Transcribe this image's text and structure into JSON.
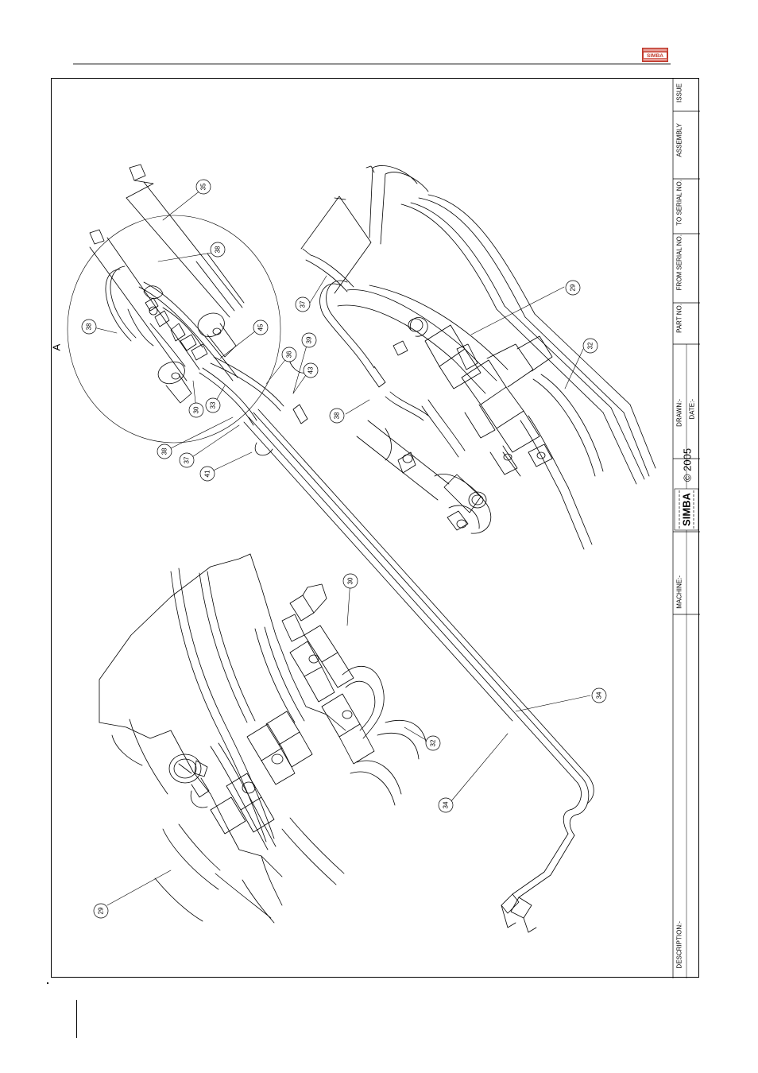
{
  "header": {
    "logo_text": "SIMBA",
    "logo_color": "#c0392b"
  },
  "view_label": "A",
  "callouts": {
    "c29_top": "29",
    "c32_top": "32",
    "c35": "35",
    "c38_a": "38",
    "c38_b": "38",
    "c38_c": "38",
    "c38_d": "38",
    "c45": "45",
    "c36": "36",
    "c39": "39",
    "c43": "43",
    "c30_top": "30",
    "c33": "33",
    "c37_a": "37",
    "c37_b": "37",
    "c41": "41",
    "c30_bottom": "30",
    "c34_a": "34",
    "c34_b": "34",
    "c32_bottom": "32",
    "c29_bottom": "29"
  },
  "title_block": {
    "issue": "ISSUE",
    "assembly": "ASSEMBLY",
    "to_serial": "TO SERIAL NO.",
    "from_serial": "FROM SERIAL NO.",
    "part_no": "PART NO.",
    "drawn": "DRAWN:-",
    "date": "DATE:-",
    "copyright": "© 2005",
    "logo_text": "SIMBA",
    "machine": "MACHINE:-",
    "description": "DESCRIPTION:-"
  }
}
